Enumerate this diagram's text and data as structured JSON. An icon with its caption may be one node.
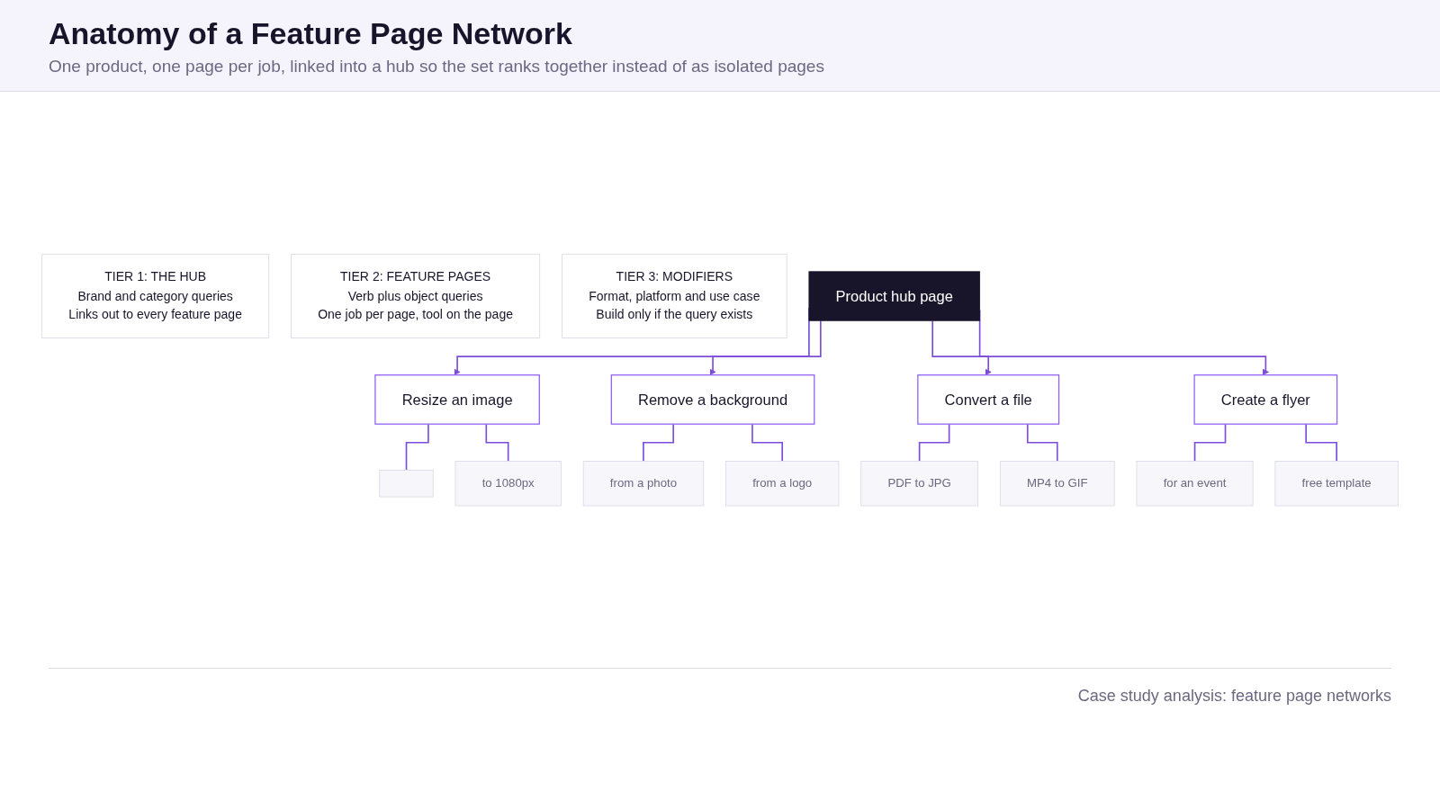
{
  "diagram": {
    "title": "Anatomy of a Feature Page Network",
    "nodes": [
      {
        "text": [
          "Product hub page"
        ]
      },
      {
        "text": [
          "Resize an image"
        ]
      },
      {
        "text": [
          "Remove a background"
        ]
      },
      {
        "text": [
          "Convert a file"
        ]
      },
      {
        "text": [
          "Create a flyer"
        ]
      },
      {
        "text": [],
        "shape": "box"
      },
      {
        "text": [
          "to 1080px"
        ]
      },
      {
        "text": [
          "from a photo"
        ]
      },
      {
        "text": [
          "from a logo"
        ]
      },
      {
        "text": [
          "PDF to JPG"
        ]
      },
      {
        "text": [
          "MP4 to GIF"
        ]
      },
      {
        "text": [
          "for an event"
        ]
      },
      {
        "text": [
          "free template"
        ]
      },
      {
        "text": [
          "TIER 1: THE HUB",
          "Brand and category queries",
          "Links out to every feature page"
        ]
      },
      {
        "text": [
          "TIER 2: FEATURE PAGES",
          "Verb plus object queries",
          "One job per page, tool on the page"
        ]
      },
      {
        "text": [
          "TIER 3: MODIFIERS",
          "Format, platform and use case",
          "Build only if the query exists"
        ]
      }
    ],
    "edges": [
      {
        "from": 0,
        "to": 1,
        "arrow": "to"
      },
      {
        "from": 0,
        "to": 2,
        "arrow": "to"
      },
      {
        "from": 0,
        "to": 3,
        "arrow": "to"
      },
      {
        "from": 0,
        "to": 4,
        "arrow": "to"
      },
      {
        "from": 1,
        "to": 5,
        "arrow": "none"
      },
      {
        "from": 1,
        "to": 6,
        "arrow": "none"
      },
      {
        "from": 2,
        "to": 7,
        "arrow": "none"
      },
      {
        "from": 2,
        "to": 8,
        "arrow": "none"
      },
      {
        "from": 3,
        "to": 9,
        "arrow": "none"
      },
      {
        "from": 3,
        "to": 10,
        "arrow": "none"
      },
      {
        "from": 4,
        "to": 11,
        "arrow": "none"
      },
      {
        "from": 4,
        "to": 12,
        "arrow": "none"
      }
    ],
    "labels": [
      "One product, one page per job, linked into a hub so the set ranks together instead of as isolated pages",
      "Case study analysis: feature page networks"
    ]
  }
}
